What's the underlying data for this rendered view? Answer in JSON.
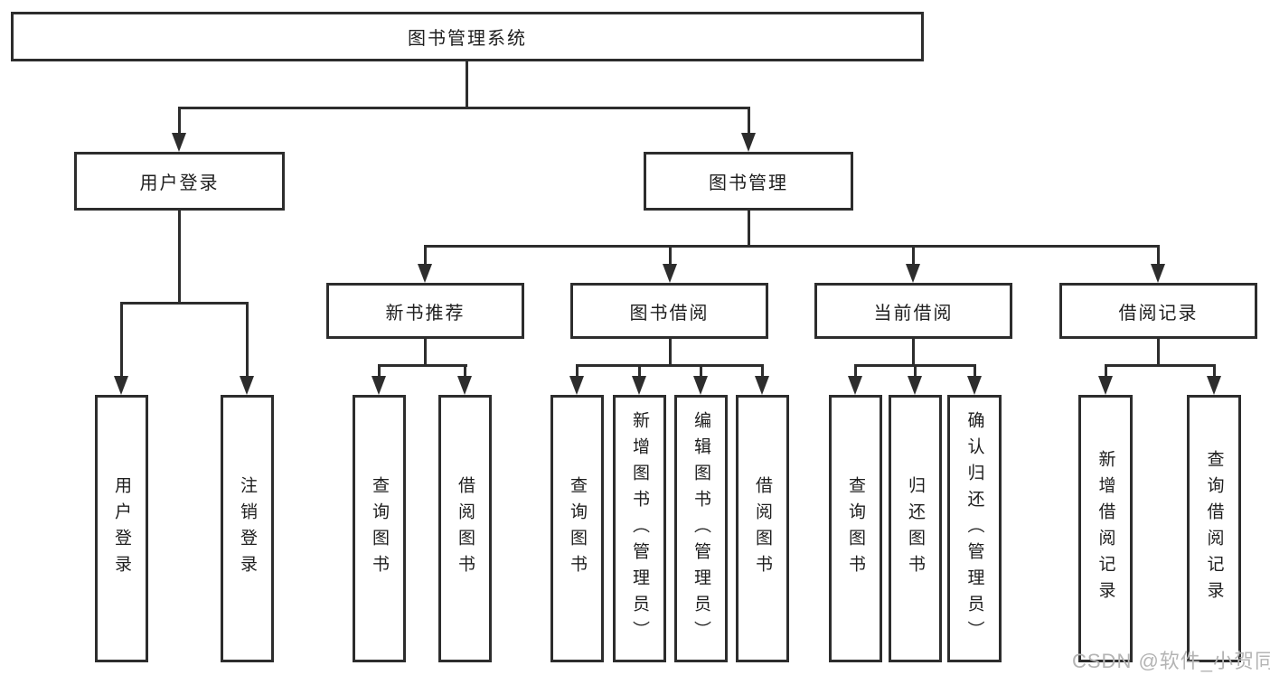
{
  "diagram": {
    "title": "图书管理系统",
    "branches": [
      {
        "label": "用户登录",
        "children": [
          "用户登录",
          "注销登录"
        ]
      },
      {
        "label": "图书管理",
        "children": [
          {
            "label": "新书推荐",
            "children": [
              "查询图书",
              "借阅图书"
            ]
          },
          {
            "label": "图书借阅",
            "children": [
              "查询图书",
              "新增图书（管理员）",
              "编辑图书（管理员）",
              "借阅图书"
            ]
          },
          {
            "label": "当前借阅",
            "children": [
              "查询图书",
              "归还图书",
              "确认归还（管理员）"
            ]
          },
          {
            "label": "借阅记录",
            "children": [
              "新增借阅记录",
              "查询借阅记录"
            ]
          }
        ]
      }
    ]
  },
  "watermark": {
    "text": "CSDN @软件_小贺同学"
  },
  "colors": {
    "line": "#2d2d2d",
    "text": "#1e1e1e",
    "watermark": "#b4b4b4",
    "background": "#ffffff"
  }
}
